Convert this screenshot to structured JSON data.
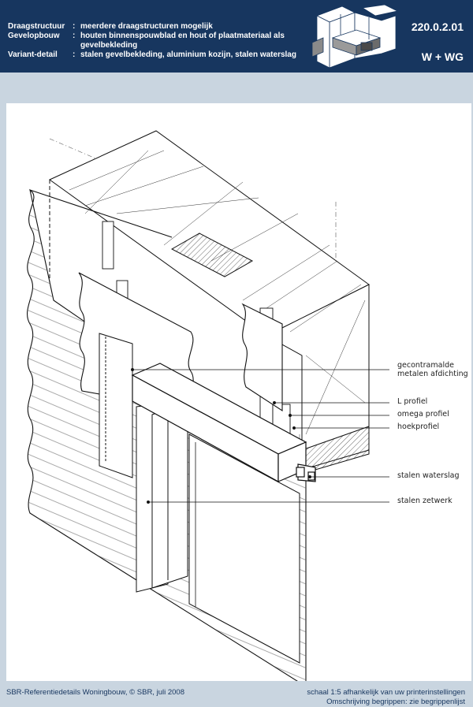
{
  "header": {
    "rows": [
      {
        "key": "Draagstructuur",
        "sep": ":",
        "value": "meerdere draagstructuren mogelijk"
      },
      {
        "key": "Gevelopbouw",
        "sep": ":",
        "value": "houten binnenspouwblad en hout of plaatmateriaal als gevelbekleding"
      },
      {
        "key": "Variant-detail",
        "sep": ":",
        "value": "stalen gevelbekleding, aluminium kozijn, stalen waterslag"
      }
    ],
    "code": "220.0.2.01",
    "variant": "W + WG"
  },
  "callouts": [
    {
      "id": "afdichting",
      "text": "gecontramalde\nmetalen afdichting"
    },
    {
      "id": "lprofiel",
      "text": "L profiel"
    },
    {
      "id": "omega",
      "text": "omega profiel"
    },
    {
      "id": "hoek",
      "text": "hoekprofiel"
    },
    {
      "id": "waterslag",
      "text": "stalen waterslag"
    },
    {
      "id": "zetwerk",
      "text": "stalen zetwerk"
    }
  ],
  "footer": {
    "left": "SBR-Referentiedetails Woningbouw, © SBR, juli 2008",
    "right_line1": "schaal 1:5 afhankelijk van uw printerinstellingen",
    "right_line2": "Omschrijving begrippen: zie begrippenlijst"
  },
  "colors": {
    "header_bg": "#17365f",
    "page_bg": "#c9d5e0",
    "drawing_bg": "#ffffff"
  }
}
